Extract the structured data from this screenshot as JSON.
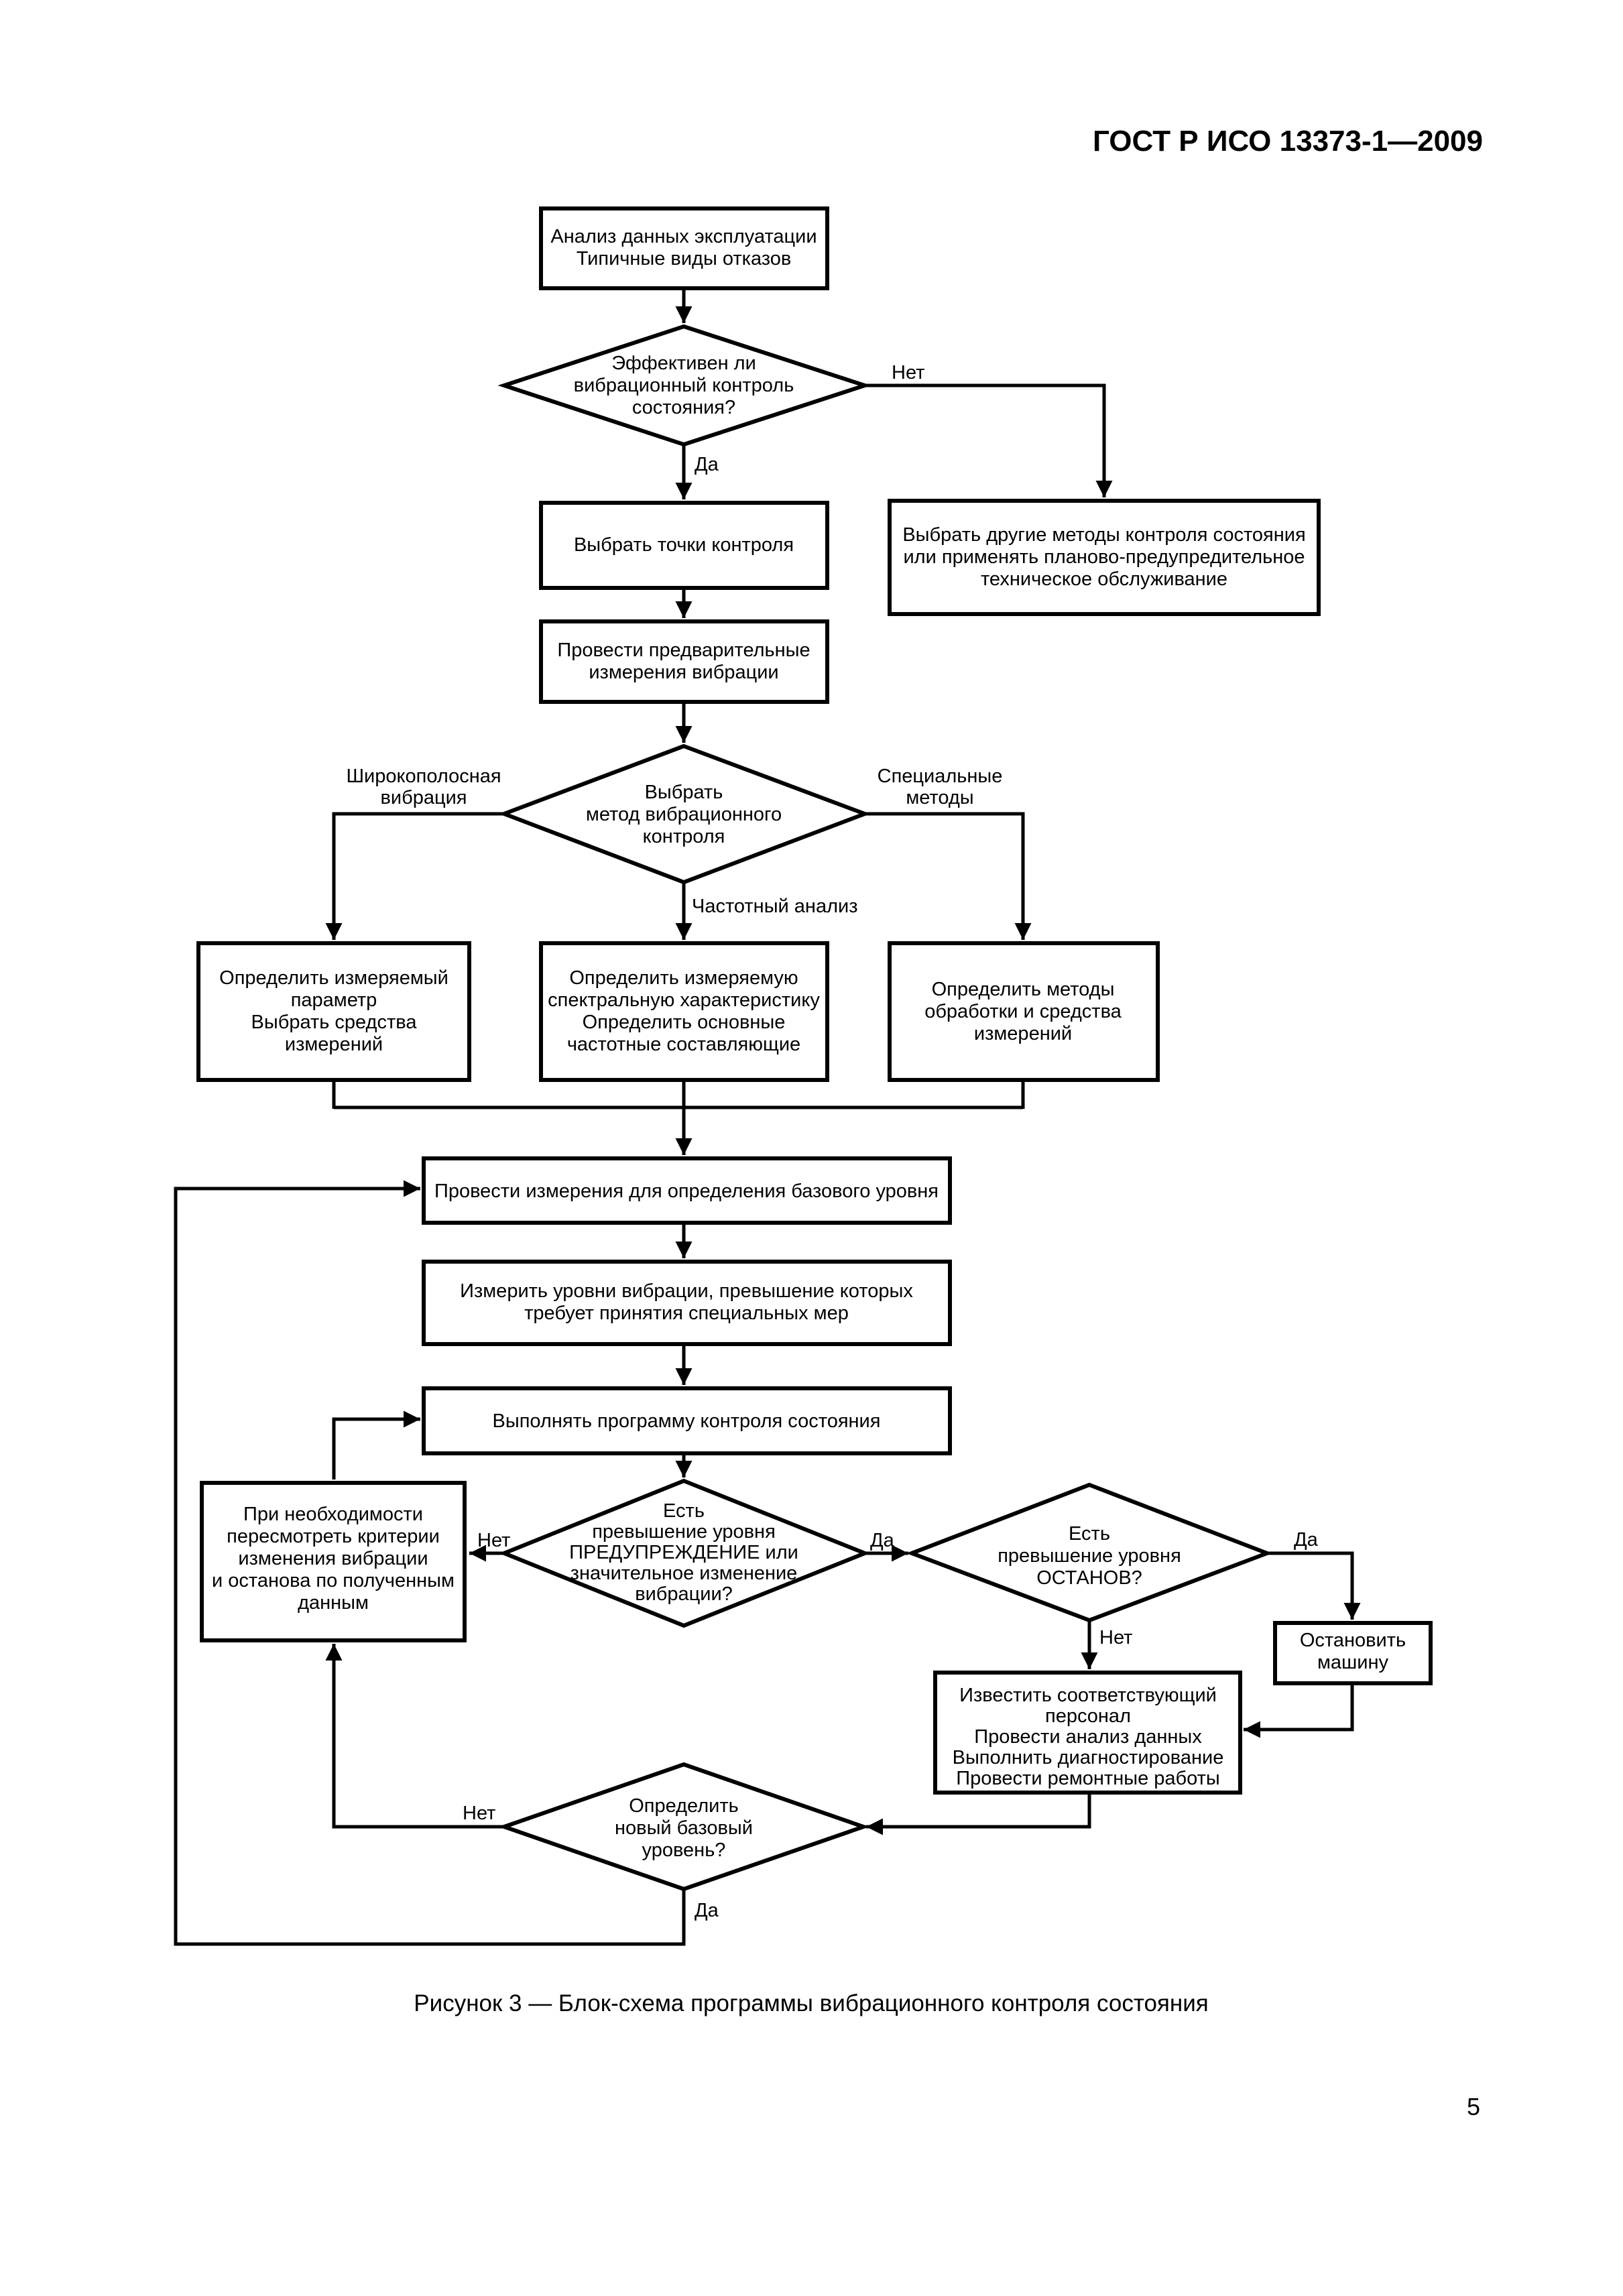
{
  "header": "ГОСТ Р ИСО 13373-1—2009",
  "caption": "Рисунок 3 — Блок-схема программы вибрационного контроля состояния",
  "page_number": "5",
  "nodes": {
    "start": [
      "Анализ данных эксплуатации",
      "Типичные виды отказов"
    ],
    "d1": [
      "Эффективен ли",
      "вибрационный контроль",
      "состояния?"
    ],
    "points": [
      "Выбрать точки контроля"
    ],
    "other": [
      "Выбрать другие методы контроля состояния",
      "или применять планово-предупредительное",
      "техническое обслуживание"
    ],
    "premeas": [
      "Провести предварительные",
      "измерения вибрации"
    ],
    "d2": [
      "Выбрать",
      "метод вибрационного",
      "контроля"
    ],
    "param": [
      "Определить измеряемый",
      "параметр",
      "Выбрать средства",
      "измерений"
    ],
    "spectral": [
      "Определить измеряемую",
      "спектральную характеристику",
      "Определить основные",
      "частотные составляющие"
    ],
    "methods": [
      "Определить методы",
      "обработки и средства",
      "измерений"
    ],
    "baseline": [
      "Провести измерения для определения базового уровня"
    ],
    "levels": [
      "Измерить уровни вибрации, превышение которых",
      "требует принятия специальных мер"
    ],
    "program": [
      "Выполнять программу контроля состояния"
    ],
    "review": [
      "При необходимости",
      "пересмотреть критерии",
      "изменения вибрации",
      "и останова по полученным",
      "данным"
    ],
    "d3": [
      "Есть",
      "превышение уровня",
      "ПРЕДУПРЕЖДЕНИЕ или",
      "значительное изменение",
      "вибрации?"
    ],
    "d4": [
      "Есть",
      "превышение уровня",
      "ОСТАНОВ?"
    ],
    "stop": [
      "Остановить",
      "машину"
    ],
    "notify": [
      "Известить соответствующий",
      "персонал",
      "Провести анализ данных",
      "Выполнить диагностирование",
      "Провести ремонтные работы"
    ],
    "d5": [
      "Определить",
      "новый базовый",
      "уровень?"
    ]
  },
  "labels": {
    "d1_no": "Нет",
    "d1_yes": "Да",
    "broadband": [
      "Широкополосная",
      "вибрация"
    ],
    "special": [
      "Специальные",
      "методы"
    ],
    "freq": "Частотный анализ",
    "d3_no": "Нет",
    "d3_yes": "Да",
    "d4_yes": "Да",
    "d4_no": "Нет",
    "d5_no": "Нет",
    "d5_yes": "Да"
  }
}
